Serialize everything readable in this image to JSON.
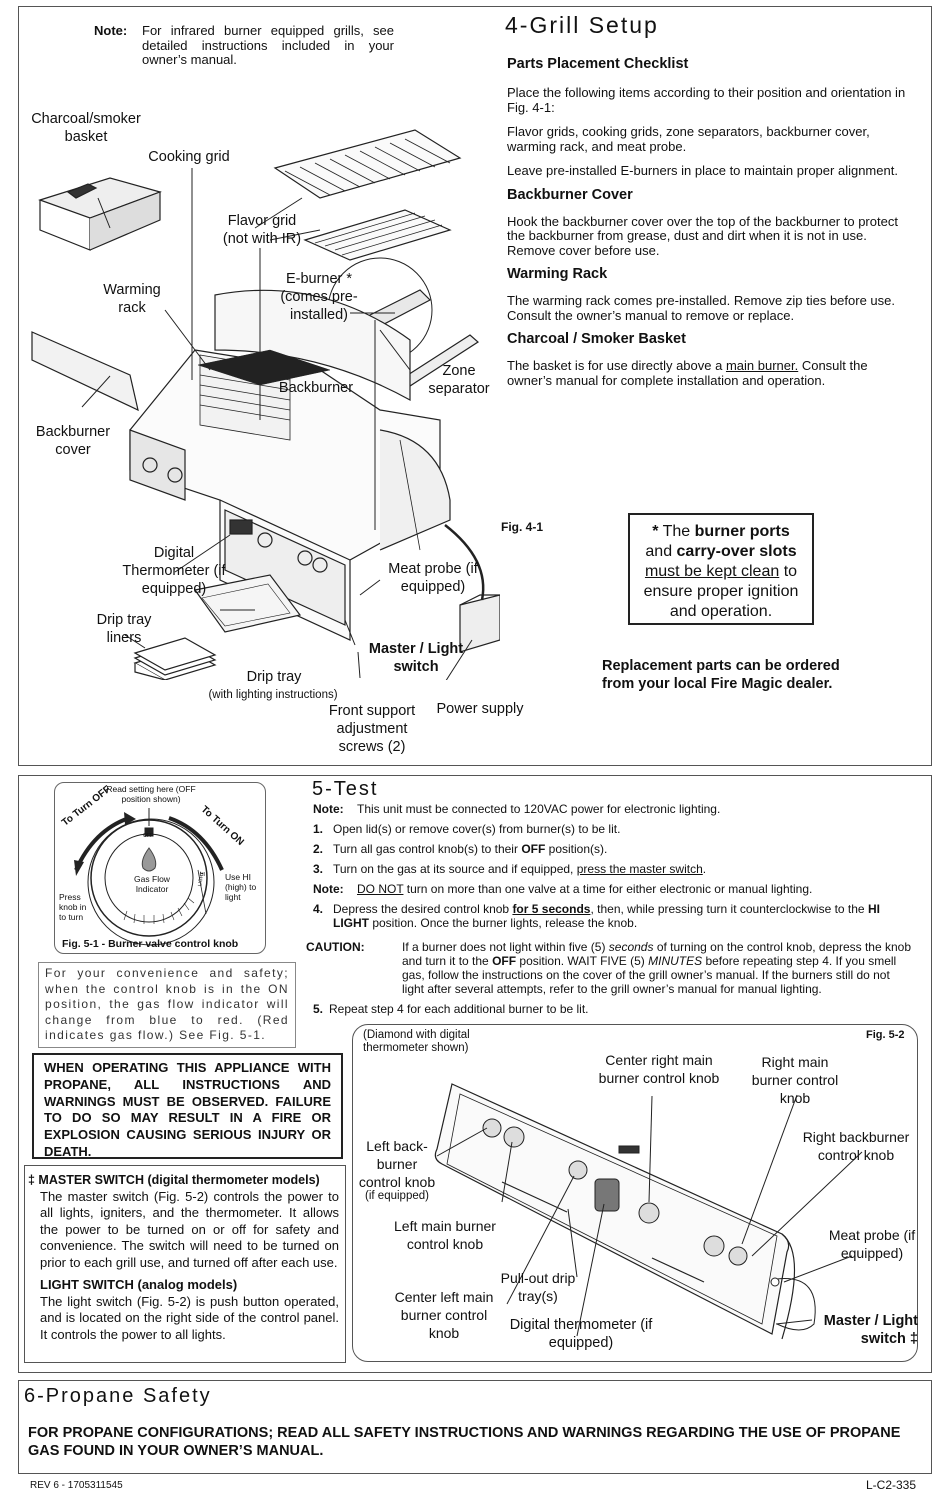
{
  "grill_setup": {
    "note_label": "Note:",
    "note_text": "For infrared burner equipped grills, see detailed instructions included in your owner’s manual.",
    "title": "4-Grill Setup",
    "checklist_heading": "Parts Placement Checklist",
    "checklist_p1": "Place the following items according to their position and orientation in Fig. 4-1:",
    "checklist_p2": "Flavor grids, cooking grids, zone separators, backburner cover, warming rack, and meat probe.",
    "checklist_p3": "Leave pre-installed E-burners in place to maintain proper alignment.",
    "backburner_heading": "Backburner Cover",
    "backburner_text": "Hook the backburner cover over the top of the backburner to protect the backburner from grease, dust and dirt when it is not in use. Remove cover before use.",
    "warming_heading": "Warming Rack",
    "warming_text": "The warming rack comes pre-installed. Remove zip ties before use. Consult the owner’s manual to remove or replace.",
    "basket_heading": "Charcoal / Smoker Basket",
    "basket_text_a": "The basket is for use directly above a ",
    "basket_text_link": "main burner.",
    "basket_text_b": " Consult the owner’s manual for complete installation and operation.",
    "fig_label": "Fig. 4-1",
    "callout_star": "*",
    "callout_l1a": "The ",
    "callout_l1b": "burner ports",
    "callout_l2a": "and ",
    "callout_l2b": "carry-over slots",
    "callout_l3a": "must be kept clean",
    "callout_l3b": " to",
    "callout_l4": "ensure proper ignition",
    "callout_l5": "and operation.",
    "replacement_text": "Replacement parts can be ordered from your local Fire Magic dealer.",
    "labels": {
      "charcoal_basket": "Charcoal/smoker basket",
      "cooking_grid": "Cooking grid",
      "flavor_grid": "Flavor grid (not with IR)",
      "e_burner": "E-burner * (comes pre-installed)",
      "warming_rack": "Warming rack",
      "zone_separator": "Zone separator",
      "backburner": "Backburner",
      "backburner_cover": "Backburner cover",
      "digital_thermometer": "Digital Thermometer (if equipped)",
      "meat_probe": "Meat probe (if equipped)",
      "drip_tray_liners": "Drip tray liners",
      "master_switch": "Master / Light switch",
      "drip_tray": "Drip tray",
      "drip_tray_sub": "(with lighting instructions)",
      "front_support": "Front support adjustment screws (2)",
      "power_supply": "Power supply"
    }
  },
  "test": {
    "title": "5-Test",
    "knob_fig": {
      "read_setting": "Read setting here (OFF position shown)",
      "to_turn_off": "To Turn OFF",
      "to_turn_on": "To Turn ON",
      "off_mark": "OFF",
      "gas_flow": "Gas Flow Indicator",
      "press_knob": "Press knob in to turn",
      "use_hi": "Use HI (high) to light",
      "light": "LIGHT",
      "hi": "HI",
      "caption": "Fig. 5-1 - Burner valve control knob"
    },
    "convenience_text": "For your convenience and safety; when the control knob is in the ON position, the gas flow indicator will change from blue to red. (Red indicates gas flow.) See Fig. 5-1.",
    "propane_warning": "WHEN OPERATING THIS APPLIANCE WITH PROPANE, ALL INSTRUCTIONS AND WARNINGS MUST BE OBSERVED. FAILURE TO DO SO MAY RESULT IN A FIRE OR EXPLOSION CAUSING SERIOUS INJURY OR DEATH.",
    "master_switch_heading": "‡ MASTER SWITCH (digital thermometer models)",
    "master_switch_text": "The master switch (Fig. 5-2) controls the power to all lights, igniters, and the thermometer. It allows the power to be turned on or off for safety and convenience. The switch will need to be turned on prior to each grill use, and turned off after each use.",
    "light_switch_heading": "LIGHT SWITCH (analog models)",
    "light_switch_text": "The light switch (Fig. 5-2) is push button operated, and is located on the right side of the control panel. It controls the power to all lights.",
    "note_label": "Note:",
    "note_text": "This unit must be connected to 120VAC power for electronic lighting.",
    "step1": "Open lid(s) or remove cover(s) from burner(s) to be lit.",
    "step2a": "Turn all gas control knob(s) to their ",
    "step2b": "OFF",
    "step2c": " position(s).",
    "step3a": "Turn on the gas at its source and if equipped, ",
    "step3b": "press the master switch",
    "step3c": ".",
    "note2_label": "Note:",
    "note2_a": "DO NOT",
    "note2_b": " turn on more than one valve at a time for either electronic or manual lighting.",
    "step4a": "Depress the desired control knob ",
    "step4b": "for 5 seconds",
    "step4c": ", then, while pressing turn it counterclockwise to the ",
    "step4d": "HI LIGHT",
    "step4e": " position. Once the burner lights, release the knob.",
    "caution_label": "CAUTION:",
    "caution_a": "If a burner does not light within five (5) ",
    "caution_b": "seconds",
    "caution_c": " of turning on the control knob, depress the knob and turn it to the ",
    "caution_d": "OFF",
    "caution_e": " position. WAIT FIVE (5) ",
    "caution_f": "MINUTES",
    "caution_g": " before repeating step 4. If you smell gas, follow the instructions on the cover of the grill owner’s manual. If the burners still do not light after several attempts, refer to the grill owner’s manual for manual lighting.",
    "step5": "Repeat step 4 for each additional burner to be lit.",
    "fig52": {
      "subtitle": "(Diamond with digital thermometer shown)",
      "fig_label": "Fig. 5-2",
      "center_right": "Center right main burner control knob",
      "right_main": "Right main burner control knob",
      "right_backburner": "Right backburner control knob",
      "left_backburner": "Left back-burner control knob",
      "if_equipped": "(if equipped)",
      "left_main": "Left main burner control knob",
      "meat_probe": "Meat probe (if equipped)",
      "pull_out": "Pull-out drip tray(s)",
      "center_left": "Center left main burner control knob",
      "digital_thermo": "Digital thermometer (if equipped)",
      "master_light": "Master / Light switch ‡"
    }
  },
  "propane": {
    "title": "6-Propane Safety",
    "text": "FOR PROPANE CONFIGURATIONS; READ ALL SAFETY INSTRUCTIONS AND WARNINGS REGARDING THE USE OF PROPANE GAS FOUND IN YOUR OWNER’S MANUAL."
  },
  "footer": {
    "rev": "REV 6 - 1705311545",
    "code": "L-C2-335"
  }
}
